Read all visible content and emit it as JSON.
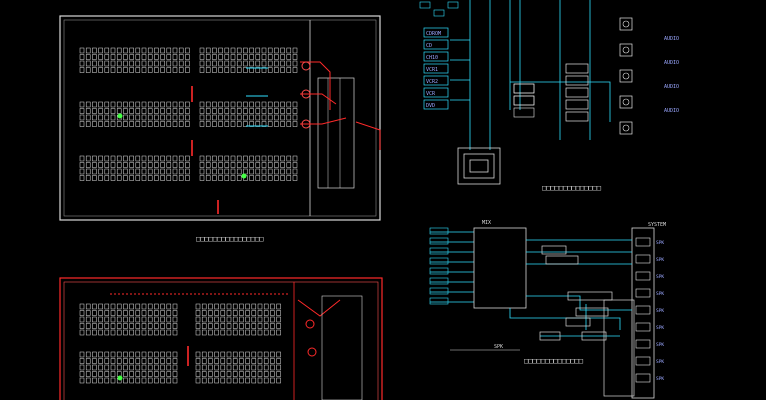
{
  "drawing": {
    "colors": {
      "background": "#000000",
      "wall": "#d8d8d8",
      "seat": "#e6e6e6",
      "cable": "#ff2a2a",
      "wiring": "#2fe0ff",
      "node": "#44ff44",
      "label_text": "#9aa7ff"
    },
    "sheets": {
      "top_plan": {
        "title": "□□□□□□□□□□□□□□□□"
      },
      "bottom_plan": {
        "title": ""
      },
      "top_schematic": {
        "title": "□□□□□□□□□□□□□□"
      },
      "bottom_schematic": {
        "title": "□□□□□□□□□□□□□□"
      }
    },
    "top_schematic_blocks": {
      "rack_labels": [
        "CDROM",
        "CD",
        "CH10",
        "VCR1",
        "VCR2",
        "VCR",
        "DVD"
      ],
      "right_tags": [
        "AUDIO",
        "AUDIO",
        "AUDIO",
        "AUDIO"
      ]
    },
    "bottom_schematic_blocks": {
      "mixer_label": "MIX",
      "amp_label": "SYSTEM",
      "output_labels": [
        "SPK",
        "SPK",
        "SPK",
        "SPK",
        "SPK",
        "SPK",
        "SPK",
        "SPK",
        "SPK"
      ],
      "note": "SPK"
    }
  }
}
